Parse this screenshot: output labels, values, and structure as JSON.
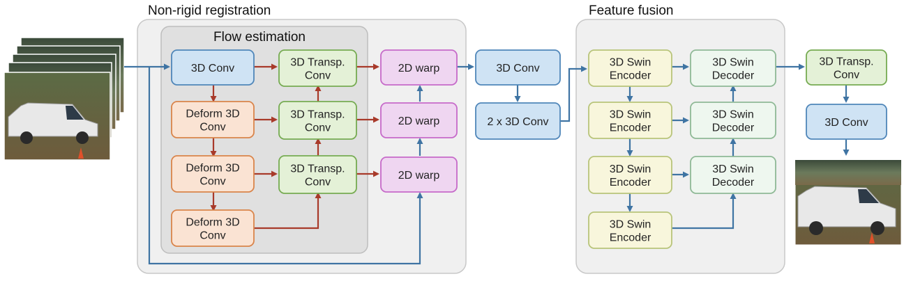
{
  "groups": {
    "registration": "Non-rigid registration",
    "flow": "Flow estimation",
    "fusion": "Feature fusion"
  },
  "nodes": {
    "conv_in": [
      "3D Conv"
    ],
    "deform1": [
      "Deform 3D",
      "Conv"
    ],
    "deform2": [
      "Deform 3D",
      "Conv"
    ],
    "deform3": [
      "Deform 3D",
      "Conv"
    ],
    "transp1": [
      "3D Transp.",
      "Conv"
    ],
    "transp2": [
      "3D Transp.",
      "Conv"
    ],
    "transp3": [
      "3D Transp.",
      "Conv"
    ],
    "warp1": [
      "2D warp"
    ],
    "warp2": [
      "2D warp"
    ],
    "warp3": [
      "2D warp"
    ],
    "conv_mid": [
      "3D Conv"
    ],
    "conv2x": [
      "2 x 3D Conv"
    ],
    "enc1": [
      "3D Swin",
      "Encoder"
    ],
    "enc2": [
      "3D Swin",
      "Encoder"
    ],
    "enc3": [
      "3D Swin",
      "Encoder"
    ],
    "enc4": [
      "3D Swin",
      "Encoder"
    ],
    "dec1": [
      "3D Swin",
      "Decoder"
    ],
    "dec2": [
      "3D Swin",
      "Decoder"
    ],
    "dec3": [
      "3D Swin",
      "Decoder"
    ],
    "transp_out": [
      "3D Transp.",
      "Conv"
    ],
    "conv_out": [
      "3D Conv"
    ]
  },
  "colors": {
    "blue_fill": "#cfe3f4",
    "blue_stroke": "#4f86b9",
    "orange_fill": "#fae3d3",
    "orange_stroke": "#d9844a",
    "green_fill": "#e4f1d7",
    "green_stroke": "#76ab52",
    "pink_fill": "#efd6f1",
    "pink_stroke": "#c66ac9",
    "yellow_fill": "#f8f6dc",
    "yellow_stroke": "#b8c47a",
    "mint_fill": "#eef7ef",
    "mint_stroke": "#8fb996",
    "red_arrow": "#a83a2a",
    "blue_arrow": "#3f74a3"
  }
}
